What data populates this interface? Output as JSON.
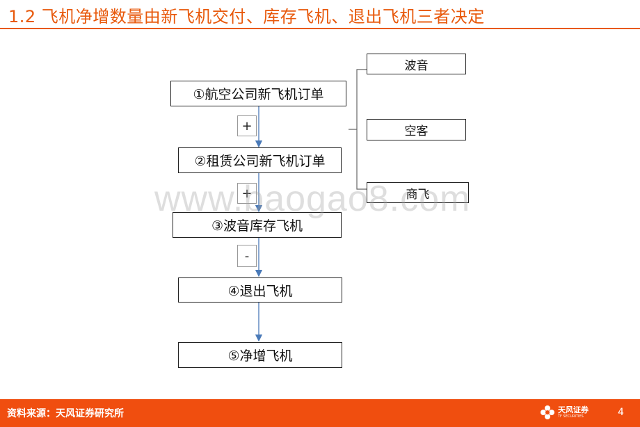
{
  "title": "1.2 飞机净增数量由新飞机交付、库存飞机、退出飞机三者决定",
  "flow": {
    "step1": "①航空公司新飞机订单",
    "step2": "②租赁公司新飞机订单",
    "step3": "③波音库存飞机",
    "step4": "④退出飞机",
    "step5": "⑤净增飞机",
    "op1": "+",
    "op2": "+",
    "op3": "-"
  },
  "manufacturers": [
    "波音",
    "空客",
    "商飞"
  ],
  "watermark": "www.baogao8.com",
  "footer": {
    "source": "资料来源：天风证券研究所",
    "logo_name": "天风证券",
    "logo_sub": "TF SECURITIES",
    "page": "4"
  },
  "colors": {
    "accent": "#e8590c",
    "footer": "#f04e0f",
    "arrow": "#4a7ab8"
  }
}
